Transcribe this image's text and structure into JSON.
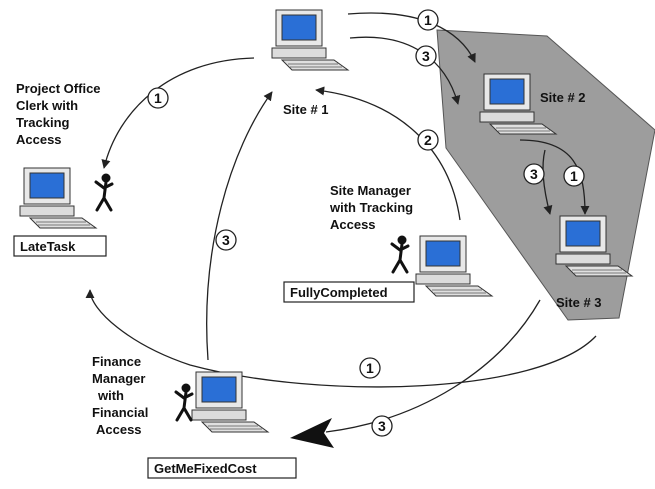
{
  "sites": [
    {
      "label": "Site  # 1"
    },
    {
      "label": "Site  # 2"
    },
    {
      "label": "Site  # 3"
    }
  ],
  "actors": {
    "clerk": {
      "lines": [
        "Project Office",
        "Clerk with",
        "Tracking",
        "Access"
      ],
      "query": "LateTask"
    },
    "site_manager": {
      "lines": [
        "Site Manager",
        "with Tracking",
        "Access"
      ],
      "query": "FullyCompleted"
    },
    "finance": {
      "lines": [
        "Finance",
        "Manager",
        "with",
        "Financial",
        "Access"
      ],
      "query": "GetMeFixedCost"
    }
  },
  "steps": [
    "1",
    "3",
    "1",
    "2",
    "3",
    "1",
    "3",
    "1",
    "3"
  ],
  "colors": {
    "screen": "#2a6fd6",
    "computer": "#e8e8e8",
    "region": "#9d9d9d",
    "ink": "#222222"
  },
  "icons": [
    "computer-icon",
    "stick-figure-icon",
    "arrow-icon"
  ]
}
